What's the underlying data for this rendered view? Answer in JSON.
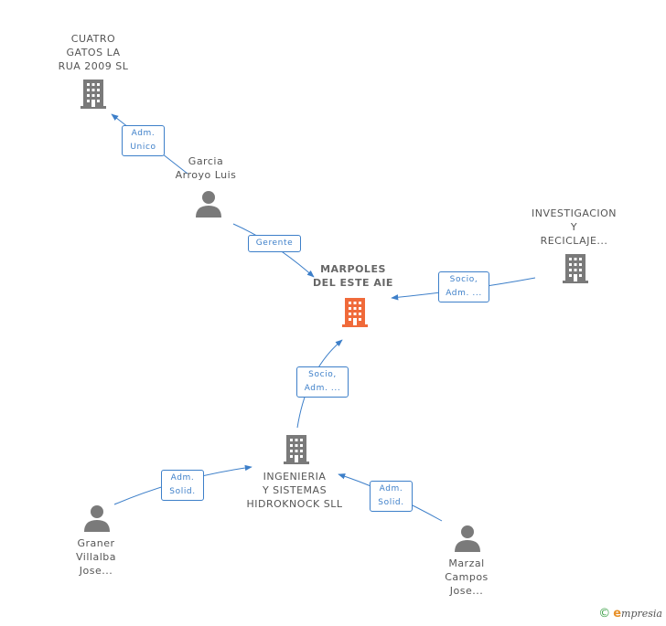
{
  "nodes": {
    "center": {
      "lines": [
        "MARPOLES",
        "DEL ESTE AIE"
      ],
      "color": "#f06a3a"
    },
    "cuatro_gatos": {
      "lines": [
        "CUATRO",
        "GATOS LA",
        "RUA 2009 SL"
      ]
    },
    "garcia": {
      "lines": [
        "Garcia",
        "Arroyo Luis"
      ]
    },
    "investigacion": {
      "lines": [
        "INVESTIGACION",
        "Y",
        "RECICLAJE..."
      ]
    },
    "ingenieria": {
      "lines": [
        "INGENIERIA",
        "Y SISTEMAS",
        "HIDROKNOCK SLL"
      ]
    },
    "graner": {
      "lines": [
        "Graner",
        "Villalba",
        "Jose..."
      ]
    },
    "marzal": {
      "lines": [
        "Marzal",
        "Campos",
        "Jose..."
      ]
    }
  },
  "edges": {
    "adm_unico": [
      "Adm.",
      "Unico"
    ],
    "gerente": [
      "Gerente"
    ],
    "socio_inv": [
      "Socio,",
      "Adm. ..."
    ],
    "socio_ing": [
      "Socio,",
      "Adm. ..."
    ],
    "adm_solid_graner": [
      "Adm.",
      "Solid."
    ],
    "adm_solid_marzal": [
      "Adm.",
      "Solid."
    ]
  },
  "colors": {
    "edge": "#3d7fc9",
    "icon": "#7a7a7a",
    "accent": "#f06a3a"
  },
  "footer": {
    "copyright": "©",
    "brand_first": "e",
    "brand_rest": "mpresia"
  }
}
